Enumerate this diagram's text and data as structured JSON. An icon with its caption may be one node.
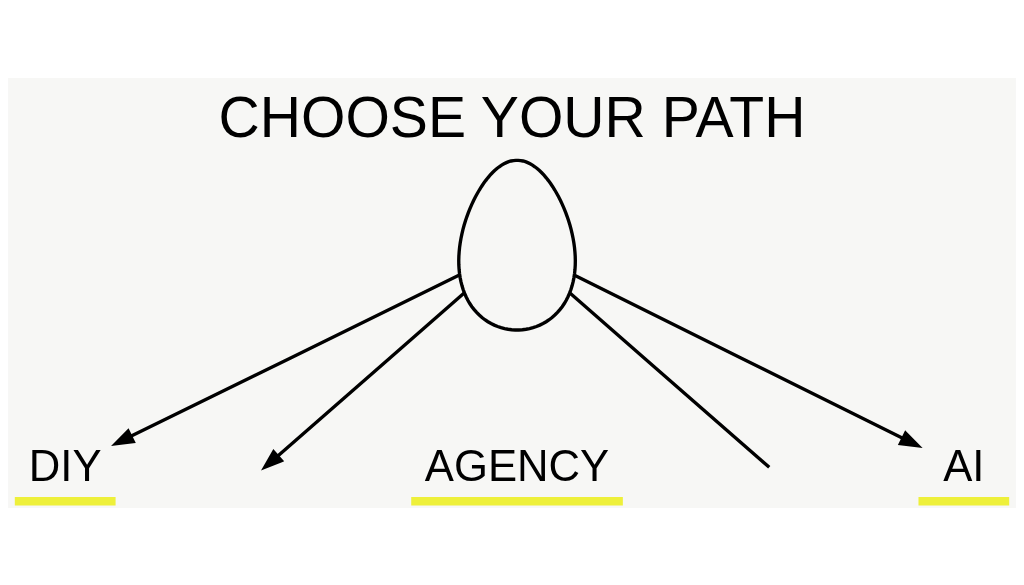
{
  "diagram": {
    "title": "CHOOSE YOUR PATH",
    "nodes": [
      {
        "text": [],
        "shape": "person"
      },
      {
        "text": [
          "DIY"
        ]
      },
      {
        "text": [
          "AI"
        ]
      },
      {
        "text": [
          "AGENCY"
        ]
      }
    ],
    "edges": [
      {
        "from": 0,
        "to": 1,
        "arrow": "to"
      },
      {
        "from": 0,
        "to": 2,
        "arrow": "to"
      },
      {
        "from": 0,
        "to": null,
        "arrow": "none"
      },
      {
        "from": 0,
        "to": null,
        "arrow": "to"
      }
    ]
  }
}
